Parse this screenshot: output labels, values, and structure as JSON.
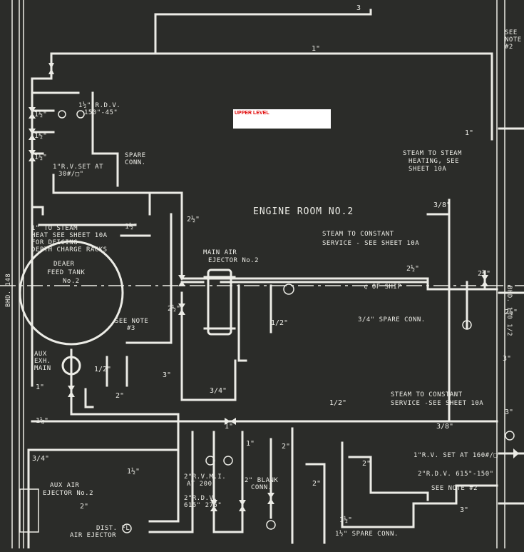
{
  "colors": {
    "background": "#2b2c29",
    "line": "#ecece6",
    "highlight_box": "#ffffff",
    "highlight_text": "#e00000"
  },
  "overlay": {
    "label": "UPPER  LEVEL"
  },
  "labels": {
    "engine_room": "ENGINE ROOM NO.2",
    "main_air_ejector_1": "MAIN AIR",
    "main_air_ejector_2": "EJECTOR No.2",
    "deaer_1": "DEAER",
    "deaer_2": "FEED TANK",
    "deaer_3": "No.2",
    "center_line": "¢ OF SHIP",
    "steam_to_steam_1": "STEAM TO STEAM",
    "steam_to_steam_2": "HEATING, SEE",
    "steam_to_steam_3": "SHEET 10A",
    "steam_const_top_1": "STEAM TO CONSTANT",
    "steam_const_top_2": "SERVICE - SEE SHEET 10A",
    "spare_conn_34": "3/4\" SPARE CONN.",
    "steam_const_low_1": "STEAM TO CONSTANT",
    "steam_const_low_2": "SERVICE -SEE SHEET 10A",
    "rv_set_160": "1\"R.V. SET AT 160#/□\"",
    "rv_2": "2\"R.D.V. 615\"-150\"",
    "see_note_2": "SEE NOTE #2",
    "spare_conn_112": "1½\" SPARE CONN.",
    "to_steam_1": "1\" TO STEAM",
    "to_steam_2": "HEAT SEE SHEET 10A",
    "to_steam_3": "FOR DEICING",
    "to_steam_4": "DEPTH CHARGE RACKS",
    "rdv_top": "1½\" R.D.V.",
    "rdv_top_2": "150\"-45\"",
    "rv_set_30": "1\"R.V.SET AT",
    "rv_set_30_2": "30#/□\"",
    "spare_conn_top_1": "SPARE",
    "spare_conn_top_2": "CONN.",
    "see_note_3_1": "SEE NOTE",
    "see_note_3_2": "#3",
    "aux_exh_1": "AUX",
    "aux_exh_2": "EXH.",
    "aux_exh_3": "MAIN",
    "aux_air_1": "AUX AIR",
    "aux_air_2": "EJECTOR No.2",
    "dist_fl_1": "DIST. FL",
    "dist_fl_2": "AIR EJECTOR",
    "blank_conn_1": "2\" BLANK",
    "blank_conn_2": "CONN.",
    "rvmi_1": "2\"R.V.M.I.",
    "rvmi_2": "AT 200",
    "rdv_mid": "2\"R.D.V.",
    "rdv_mid_2": "615\" 275\"",
    "bhd_148": "BHD. 148",
    "bhd_130": "BHD. 130 1/2",
    "see_note_right_1": "SEE",
    "see_note_right_2": "NOTE",
    "see_note_right_3": "#2",
    "sheet_ref_3": "3"
  },
  "sizes": {
    "s1": "1\"",
    "s1b": "1\"",
    "s1c": "1\"",
    "s1d": "1\"",
    "s1e": "1\"",
    "s112a": "1½\"",
    "s112b": "1½\"",
    "s112c": "1½\"",
    "s112d": "1½\"",
    "s112e": "1½\"",
    "s2a": "2\"",
    "s2b": "2\"",
    "s2c": "2\"",
    "s2d": "2\"",
    "s2e": "2\"",
    "s212a": "2½\"",
    "s212b": "2½\"",
    "s212c": "2½\"",
    "s212d": "2½\"",
    "s212e": "2½\"",
    "s3a": "3\"",
    "s3b": "3\"",
    "s3c": "3\"",
    "s3d": "3\"",
    "s34a": "3/4\"",
    "s34b": "3/4\"",
    "s38a": "3/8\"",
    "s38b": "3/8\"",
    "s12a": "1/2\"",
    "s12b": "1/2\"",
    "s12c": "1/2\"",
    "s14": "1¼\""
  }
}
